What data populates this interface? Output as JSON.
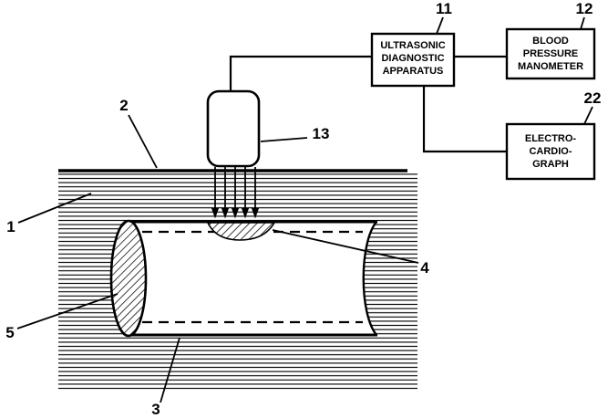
{
  "figure": {
    "title": "ultrasonic-diagnostic-apparatus-patent-figure",
    "colors": {
      "line": "#000000",
      "background": "#ffffff"
    },
    "boxes": {
      "ultrasonic": {
        "ref": "11",
        "lines": [
          "ULTRASONIC",
          "DIAGNOSTIC",
          "APPARATUS"
        ]
      },
      "manometer": {
        "ref": "12",
        "lines": [
          "BLOOD",
          "PRESSURE",
          "MANOMETER"
        ]
      },
      "ecg": {
        "ref": "22",
        "lines": [
          "ELECTRO-",
          "CARDIO-",
          "GRAPH"
        ]
      }
    },
    "refs": {
      "tissue": "1",
      "skin_surface": "2",
      "vessel_rear_wall": "3",
      "vessel_front_wall": "4",
      "vessel_end": "5",
      "probe": "13"
    }
  }
}
